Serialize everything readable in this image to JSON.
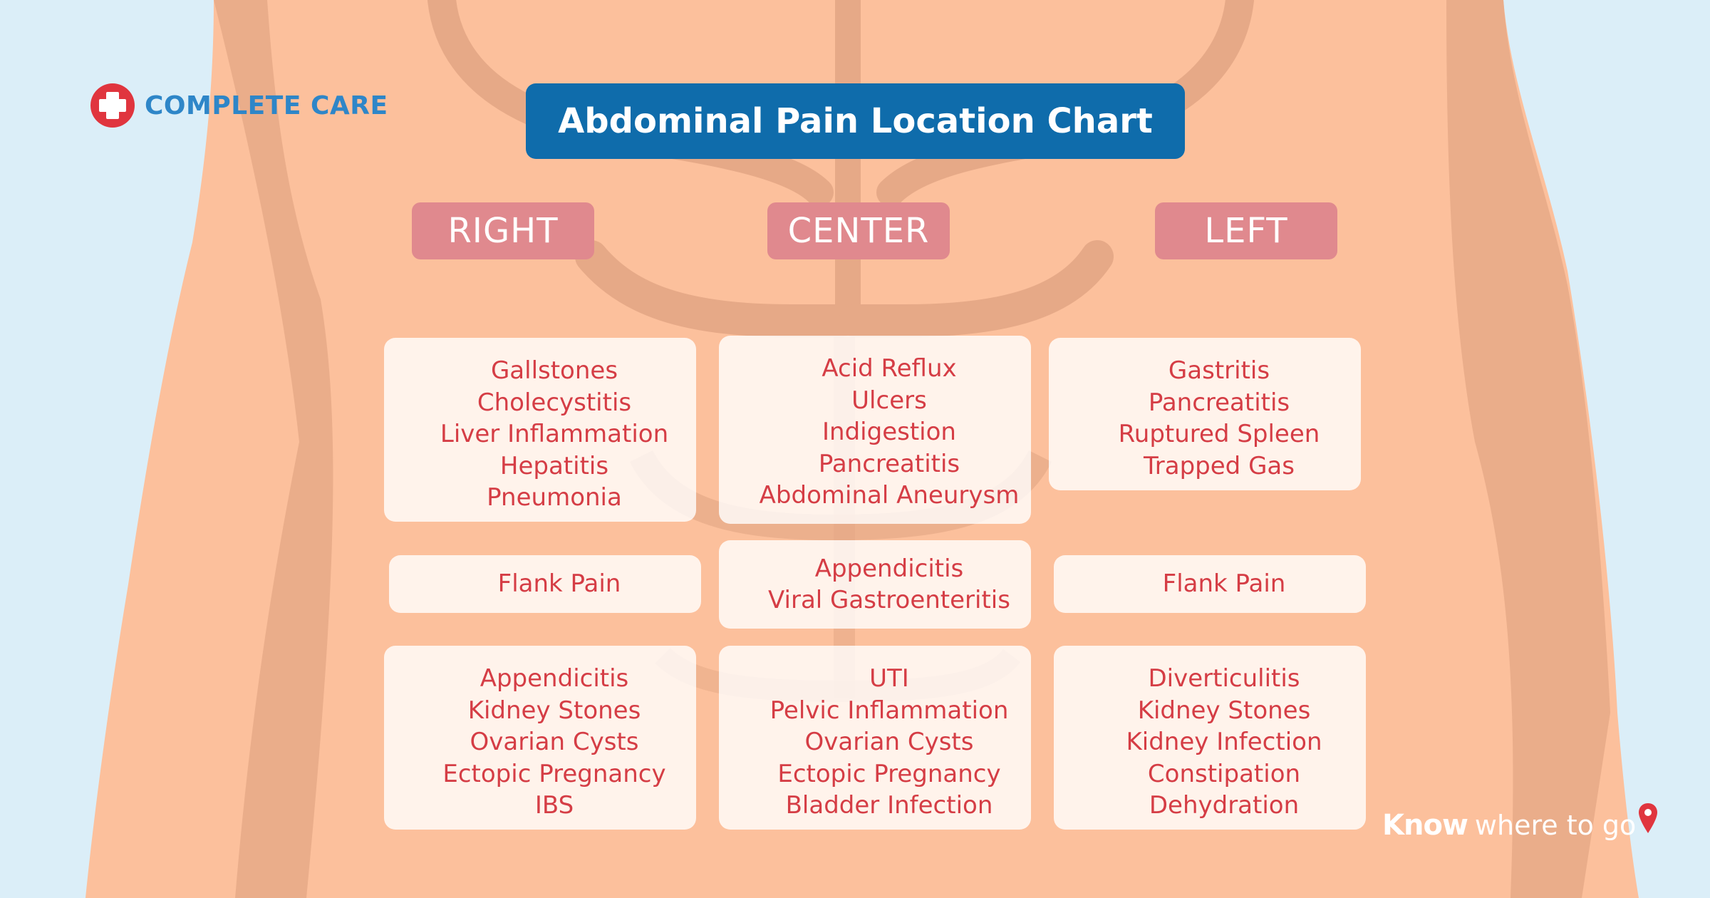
{
  "brand": {
    "logo_text": "COMPLETE CARE",
    "logo_icon": "red-cross-icon"
  },
  "title": "Abdominal Pain Location Chart",
  "columns": {
    "right": "RIGHT",
    "center": "CENTER",
    "left": "LEFT"
  },
  "regions": {
    "right_upper": [
      "Gallstones",
      "Cholecystitis",
      "Liver Inflammation",
      "Hepatitis",
      "Pneumonia"
    ],
    "center_upper": [
      "Acid Reflux",
      "Ulcers",
      "Indigestion",
      "Pancreatitis",
      "Abdominal Aneurysm"
    ],
    "left_upper": [
      "Gastritis",
      "Pancreatitis",
      "Ruptured Spleen",
      "Trapped Gas"
    ],
    "right_middle": [
      "Flank Pain"
    ],
    "center_middle": [
      "Appendicitis",
      "Viral Gastroenteritis"
    ],
    "left_middle": [
      "Flank Pain"
    ],
    "right_lower": [
      "Appendicitis",
      "Kidney Stones",
      "Ovarian Cysts",
      "Ectopic Pregnancy",
      "IBS"
    ],
    "center_lower": [
      "UTI",
      "Pelvic Inflammation",
      "Ovarian Cysts",
      "Ectopic Pregnancy",
      "Bladder Infection"
    ],
    "left_lower": [
      "Diverticulitis",
      "Kidney Stones",
      "Kidney Infection",
      "Constipation",
      "Dehydration"
    ]
  },
  "tagline": {
    "strong": "Know",
    "light": "where to go",
    "icon": "map-pin-icon"
  },
  "colors": {
    "background": "#dbeef8",
    "skin": "#fcc09c",
    "skin_shadow": "#e6a987",
    "title_bg": "#0f6cab",
    "label_bg": "#e0898e",
    "text_red": "#d53d45",
    "logo_blue": "#2e86c8",
    "logo_red": "#e0353e"
  }
}
